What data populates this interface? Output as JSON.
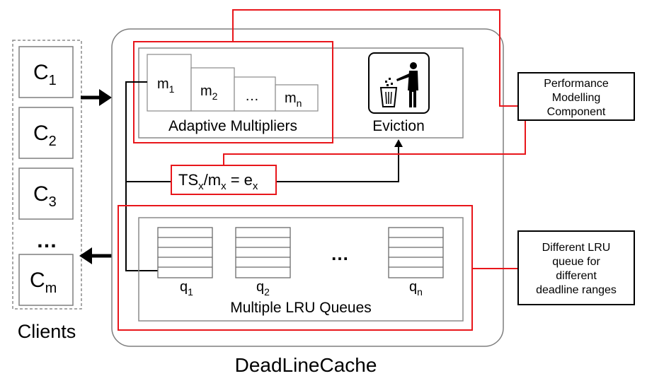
{
  "clients": {
    "items": [
      {
        "base": "C",
        "sub": "1"
      },
      {
        "base": "C",
        "sub": "2"
      },
      {
        "base": "C",
        "sub": "3"
      },
      {
        "base": "C",
        "sub": "m"
      }
    ],
    "ellipsis": "…",
    "caption": "Clients"
  },
  "system": {
    "caption": "DeadLineCache"
  },
  "multipliers": {
    "items": [
      {
        "base": "m",
        "sub": "1"
      },
      {
        "base": "m",
        "sub": "2"
      },
      {
        "base": "…",
        "sub": ""
      },
      {
        "base": "m",
        "sub": "n"
      }
    ],
    "caption": "Adaptive Multipliers"
  },
  "eviction": {
    "caption": "Eviction"
  },
  "formula": {
    "parts": [
      {
        "t": "TS",
        "sub": false
      },
      {
        "t": "x",
        "sub": true
      },
      {
        "t": "/m",
        "sub": false
      },
      {
        "t": "x",
        "sub": true
      },
      {
        "t": " = e",
        "sub": false
      },
      {
        "t": "x",
        "sub": true
      }
    ]
  },
  "queues": {
    "items": [
      {
        "base": "q",
        "sub": "1"
      },
      {
        "base": "q",
        "sub": "2"
      },
      {
        "base": "q",
        "sub": "n"
      }
    ],
    "ellipsis": "…",
    "caption": "Multiple LRU Queues"
  },
  "perf_box": {
    "lines": [
      "Performance",
      "Modelling",
      "Component"
    ]
  },
  "lru_box": {
    "lines": [
      "Different LRU",
      "queue for",
      "different",
      "deadline ranges"
    ]
  },
  "colors": {
    "highlight": "#e8161b",
    "line": "#000000",
    "frame": "#7f7f7f"
  }
}
